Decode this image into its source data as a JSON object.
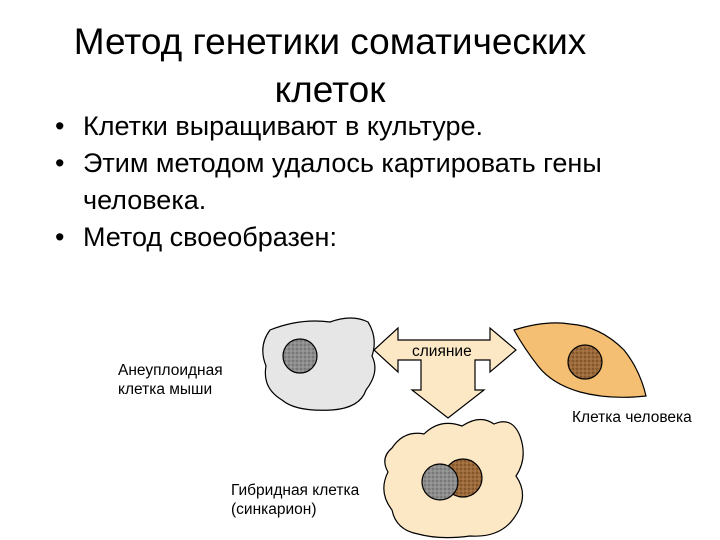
{
  "slide": {
    "title_line1": "Метод генетики соматических",
    "title_line2": "клеток",
    "bullets": [
      "Клетки выращивают в культуре.",
      "Этим методом удалось картировать гены человека.",
      "Метод своеобразен:"
    ],
    "bullet_marker": "•"
  },
  "diagram": {
    "mouse_cell_label_line1": "Анеуплоидная",
    "mouse_cell_label_line2": "клетка мыши",
    "fusion_label": "слияние",
    "human_cell_label": "Клетка человека",
    "hybrid_cell_label_line1": "Гибридная клетка",
    "hybrid_cell_label_line2": "(синкарион)",
    "colors": {
      "mouse_cell": "#e6e6e6",
      "human_cell": "#f4bf73",
      "hybrid_cell": "#fde8c6",
      "arrow": "#fde8c6",
      "mouse_nucleus": "#8c8c8c",
      "human_nucleus": "#9c6a3a"
    }
  }
}
